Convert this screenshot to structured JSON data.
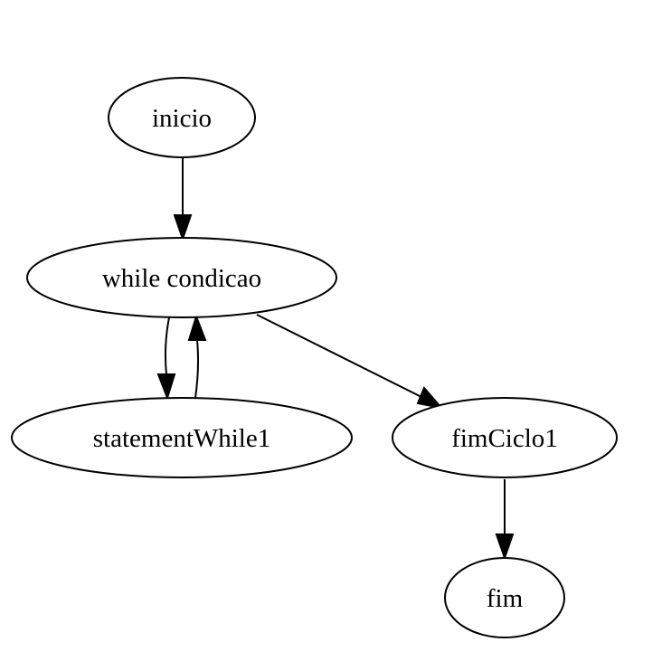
{
  "diagram": {
    "type": "flowchart",
    "nodes": [
      {
        "id": "inicio",
        "label": "inicio"
      },
      {
        "id": "while_condicao",
        "label": "while condicao"
      },
      {
        "id": "statementWhile1",
        "label": "statementWhile1"
      },
      {
        "id": "fimCiclo1",
        "label": "fimCiclo1"
      },
      {
        "id": "fim",
        "label": "fim"
      }
    ],
    "edges": [
      {
        "from": "inicio",
        "to": "while_condicao"
      },
      {
        "from": "while_condicao",
        "to": "statementWhile1"
      },
      {
        "from": "statementWhile1",
        "to": "while_condicao"
      },
      {
        "from": "while_condicao",
        "to": "fimCiclo1"
      },
      {
        "from": "fimCiclo1",
        "to": "fim"
      }
    ],
    "colors": {
      "stroke": "#000000",
      "fill": "#ffffff",
      "background": "#ffffff"
    }
  }
}
